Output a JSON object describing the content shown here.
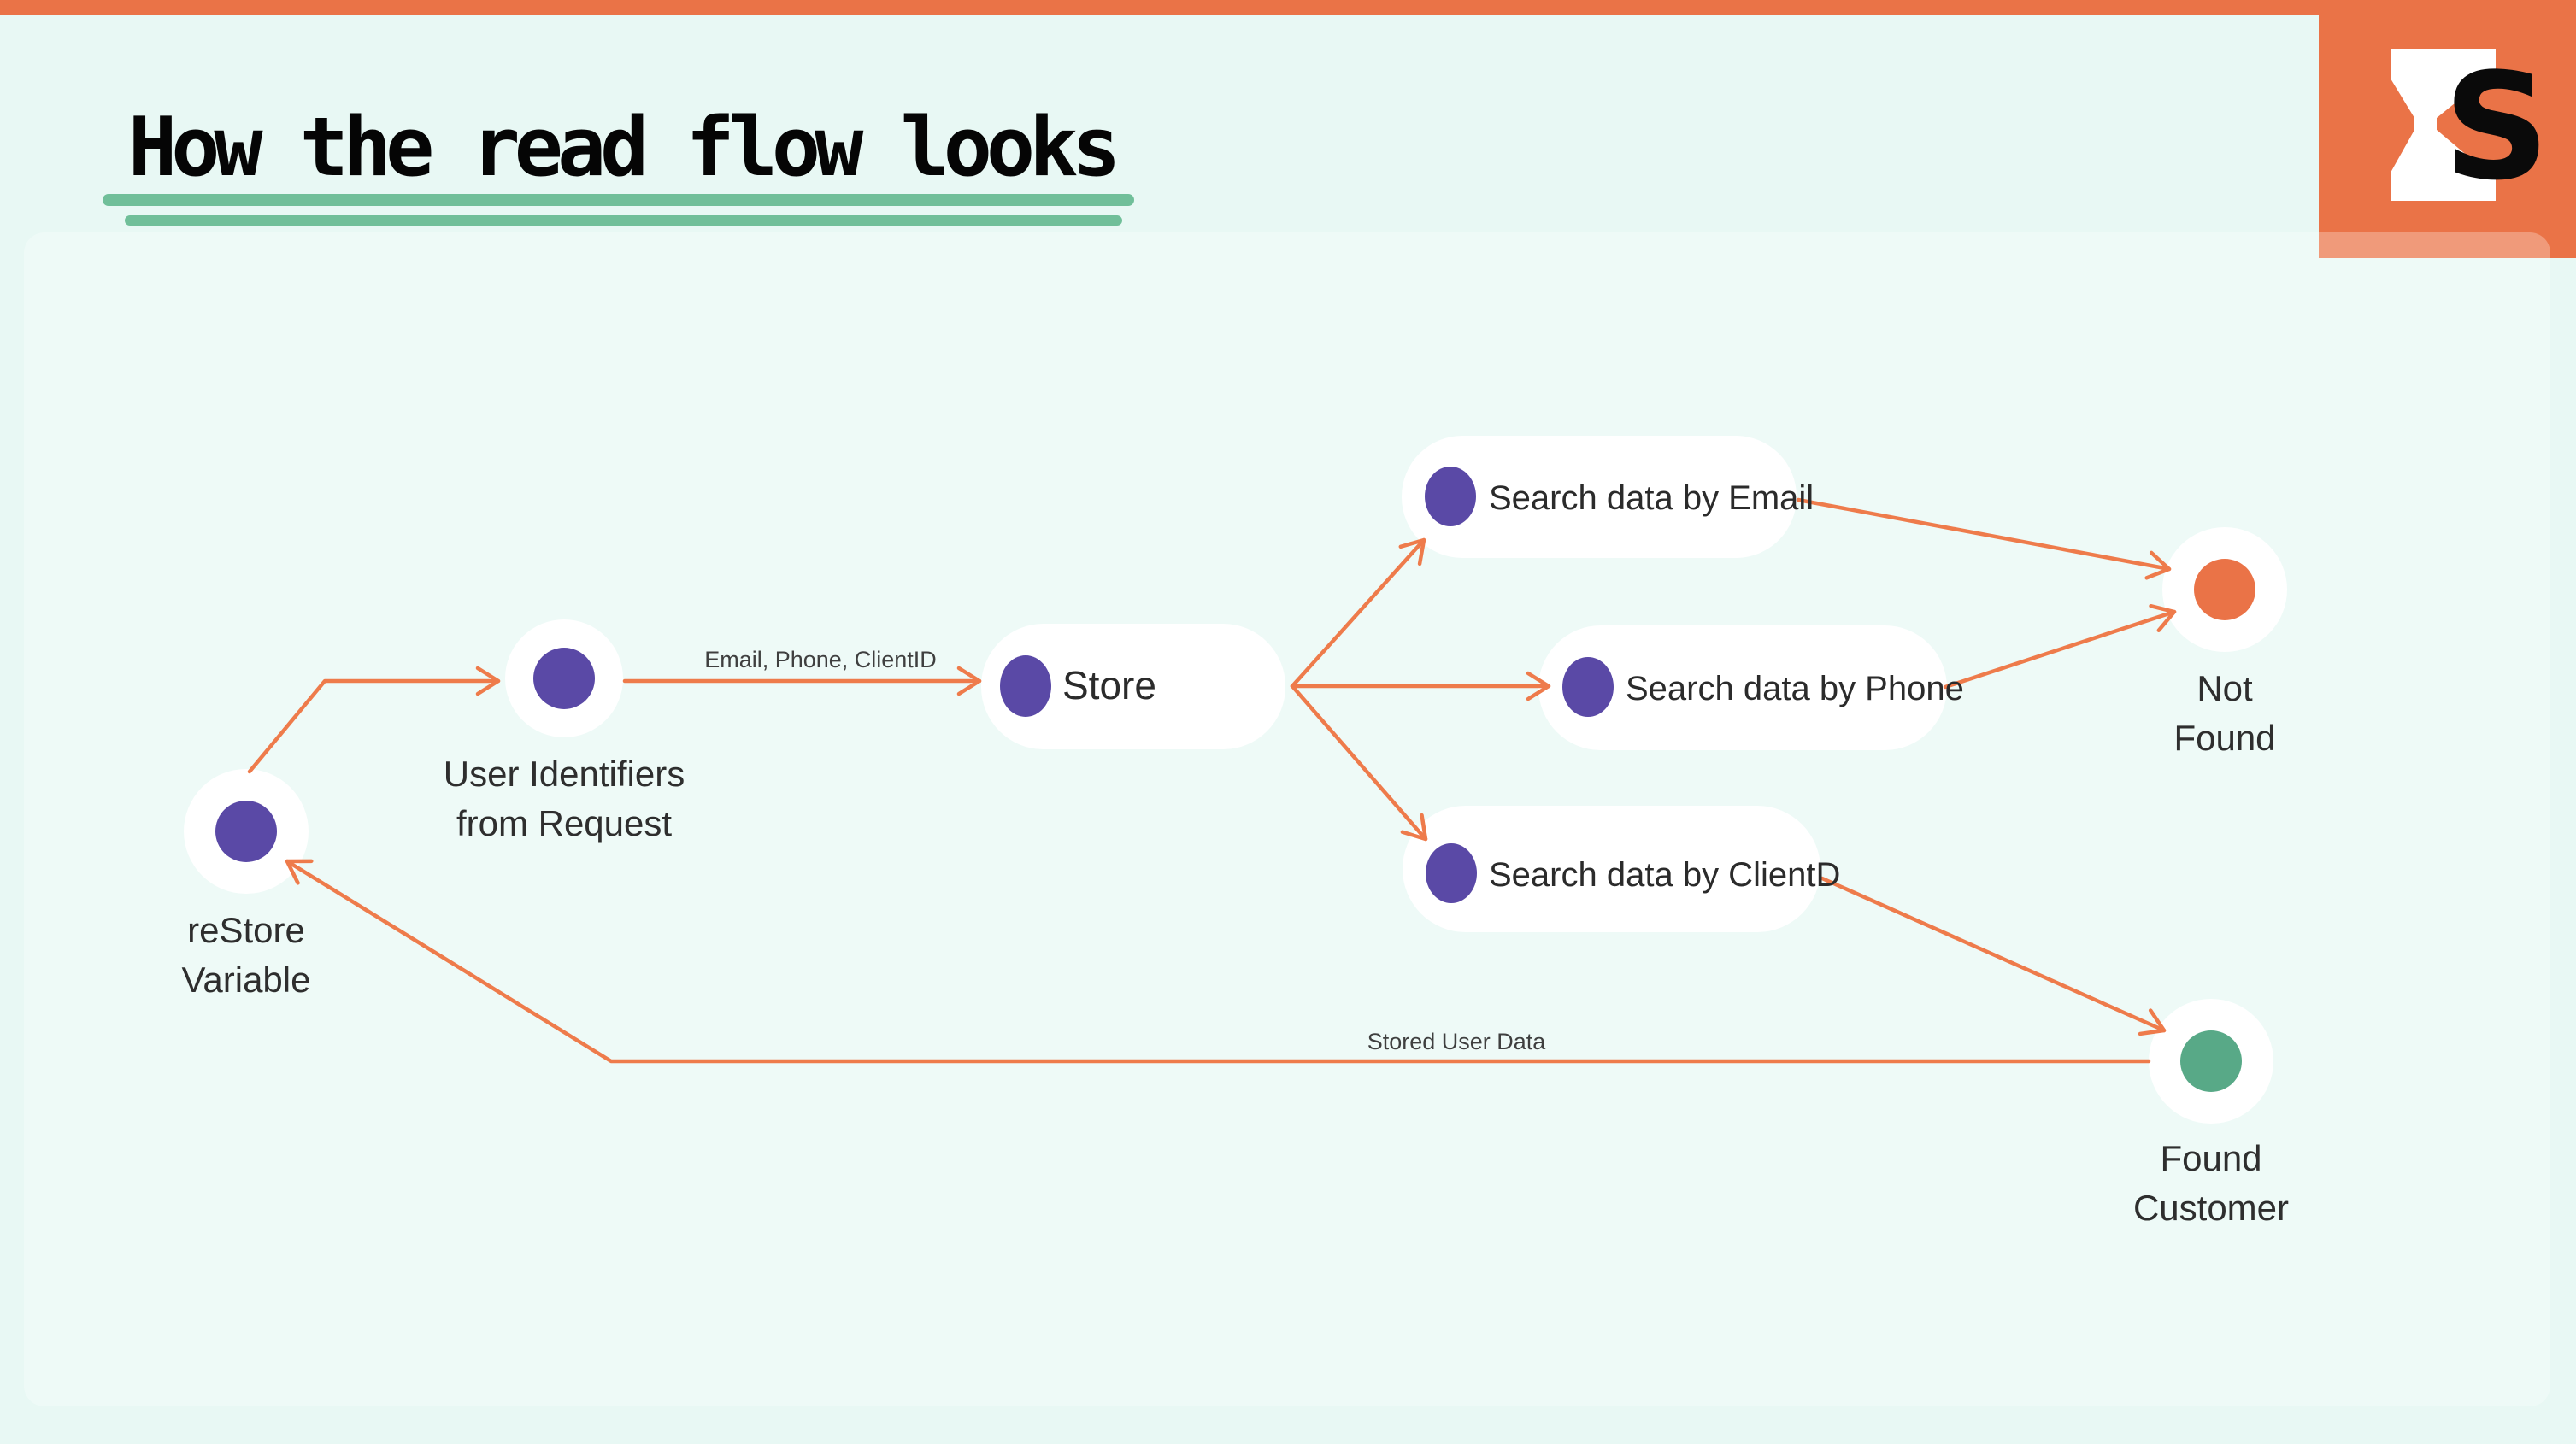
{
  "slide": {
    "title": "How the read flow looks"
  },
  "logo": {
    "icon": "hourglass-icon",
    "letter": "S"
  },
  "colors": {
    "top_bar_orange": "#EA7347",
    "arrow_orange": "#EE7B4B",
    "node_purple": "#5A49A6",
    "not_found_orange": "#EA7347",
    "found_green": "#58A987",
    "underline_green": "#70BF99",
    "background_mint": "#E8F8F4",
    "node_white": "#FFFFFF",
    "text_dark": "#2E2E2E"
  },
  "diagram": {
    "nodes": {
      "restore_variable": {
        "line1": "reStore",
        "line2": "Variable"
      },
      "user_identifiers": {
        "line1": "User Identifiers",
        "line2": "from Request"
      },
      "store": {
        "label": "Store"
      },
      "search_email": {
        "label": "Search data by Email"
      },
      "search_phone": {
        "label": "Search data by Phone"
      },
      "search_clientd": {
        "label": "Search data by ClientD"
      },
      "not_found": {
        "line1": "Not",
        "line2": "Found"
      },
      "found_customer": {
        "line1": "Found",
        "line2": "Customer"
      }
    },
    "edge_labels": {
      "identifiers_to_store": "Email, Phone, ClientID",
      "found_to_restore": "Stored User Data"
    }
  }
}
